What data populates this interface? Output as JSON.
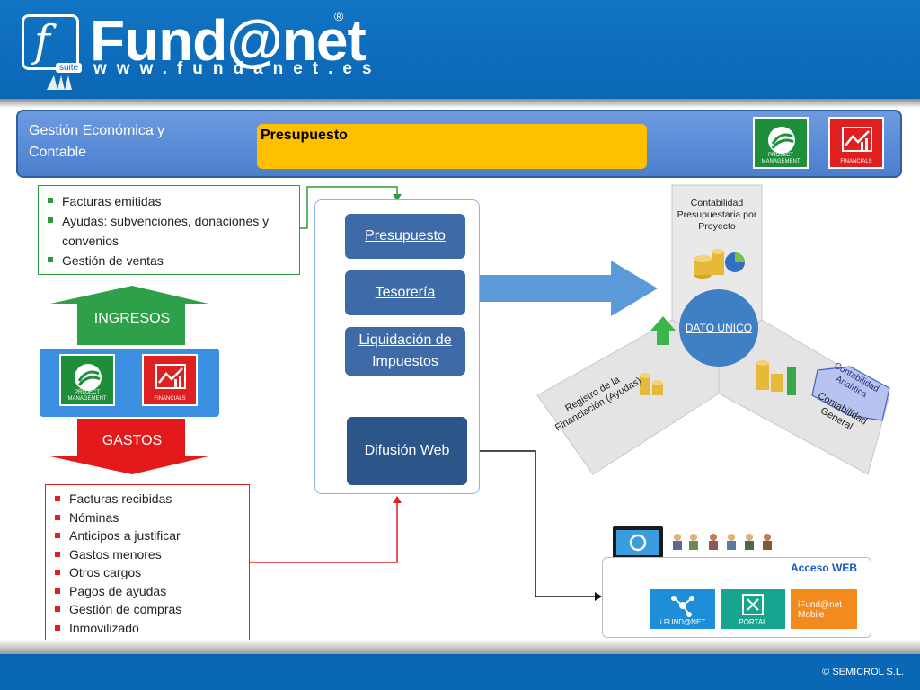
{
  "header": {
    "logo_letter": "f",
    "logo_suite": "suite",
    "logo_title": "Fund@net",
    "logo_reg": "®",
    "logo_url": "www.fundanet.es"
  },
  "topband": {
    "title": "Gestión Económica y Contable",
    "bar_label": "Presupuesto",
    "tile_pm_label": "PROJECT MANAGEMENT",
    "tile_fin_label": "FINANCIALS"
  },
  "ingresos_list": [
    "Facturas emitidas",
    "Ayudas: subvenciones, donaciones y convenios",
    "Gestión de ventas"
  ],
  "ingresos_label": "INGRESOS",
  "gastos_label": "GASTOS",
  "mid_panel": {
    "tile_pm_label": "PROJECT MANAGEMENT",
    "tile_fin_label": "FINANCIALS"
  },
  "gastos_list": [
    "Facturas recibidas",
    "Nóminas",
    "Anticipos a justificar",
    "Gastos menores",
    "Otros cargos",
    "Pagos de ayudas",
    "Gestión de compras",
    "Inmovilizado"
  ],
  "process": {
    "presupuesto": "Presupuesto",
    "tesoreria": "Tesorería",
    "liquidacion": "Liquidación de Impuestos",
    "difusion": "Difusión Web"
  },
  "diagram": {
    "top_label": "Contabilidad Presupuestaria por Proyecto",
    "center_label": "DATO UNICO",
    "left_label": "Registro de la Financiación (Ayudas)",
    "right_label": "Contabilidad General",
    "analitica_label": "Contabilidad Analítica"
  },
  "web": {
    "label": "Acceso WEB",
    "tile1": "i FUND@NET",
    "tile2": "PORTAL",
    "tile3": "iFund@net Mobile"
  },
  "footer": {
    "copyright": "© SEMICROL S.L."
  },
  "colors": {
    "header_blue": "#0a67b5",
    "band_blue": "#5b8dd8",
    "presupuesto_yellow": "#ffc000",
    "ingresos_green": "#2e9b3e",
    "gastos_red": "#e02020",
    "process_blue": "#3f6aa8"
  }
}
